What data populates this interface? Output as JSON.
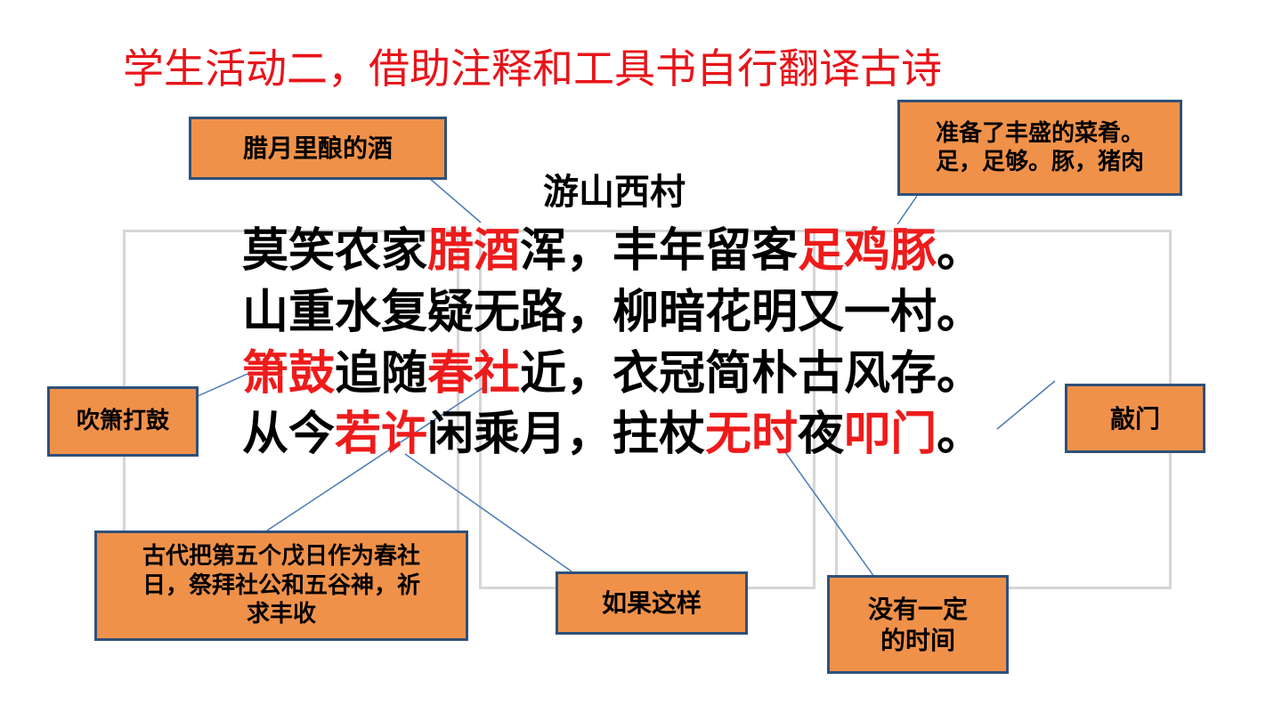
{
  "title": "学生活动二，借助注释和工具书自行翻译古诗",
  "poem": {
    "title": "游山西村",
    "lines": [
      [
        {
          "t": "莫笑农家",
          "hl": false
        },
        {
          "t": "腊酒",
          "hl": true
        },
        {
          "t": "浑，丰年留客",
          "hl": false
        },
        {
          "t": "足鸡豚",
          "hl": true
        },
        {
          "t": "。",
          "hl": false
        }
      ],
      [
        {
          "t": "山重水复疑无路，柳暗花明又一村。",
          "hl": false
        }
      ],
      [
        {
          "t": "箫鼓",
          "hl": true
        },
        {
          "t": "追随",
          "hl": false
        },
        {
          "t": "春社",
          "hl": true
        },
        {
          "t": "近，衣冠简朴古风存。",
          "hl": false
        }
      ],
      [
        {
          "t": "从今",
          "hl": false
        },
        {
          "t": "若许",
          "hl": true
        },
        {
          "t": "闲乘月，拄杖",
          "hl": false
        },
        {
          "t": "无时",
          "hl": true
        },
        {
          "t": "夜",
          "hl": false
        },
        {
          "t": "叩门",
          "hl": true
        },
        {
          "t": "。",
          "hl": false
        }
      ]
    ]
  },
  "notes": {
    "layue": "腊月里酿的酒",
    "zujitun_1": "准备了丰盛的菜肴。",
    "zujitun_2": "足，足够。豚，猪肉",
    "xiaogu": "吹箫打鼓",
    "koumen": "敲门",
    "chunshe_1": "古代把第五个戊日作为春社",
    "chunshe_2": "日，祭拜社公和五谷神，祈",
    "chunshe_3": "求丰收",
    "ruoxu": "如果这样",
    "wushi_1": "没有一定",
    "wushi_2": "的时间"
  },
  "colors": {
    "title": "#e8141a",
    "highlight": "#ee1b1b",
    "note_fill": "#f0914a",
    "note_border": "#2f5179",
    "connector": "#4a7ab8"
  }
}
